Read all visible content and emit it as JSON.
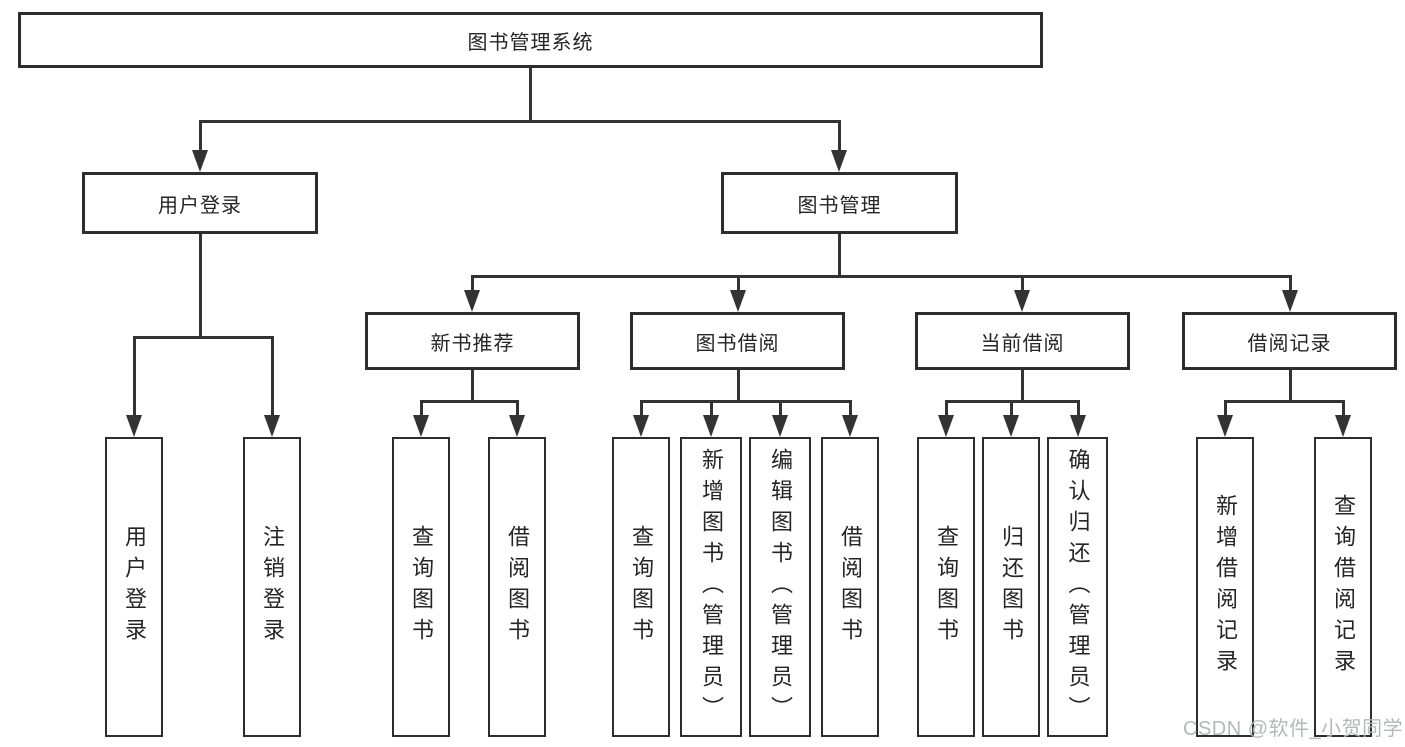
{
  "diagram": {
    "root": "图书管理系统",
    "l2": {
      "user_login": "用户登录",
      "book_mgmt": "图书管理"
    },
    "l3": {
      "new_books": "新书推荐",
      "borrow": "图书借阅",
      "current": "当前借阅",
      "records": "借阅记录"
    },
    "l4": {
      "user_login_leaf": "用户登录",
      "logout": "注销登录",
      "nb_query": "查询图书",
      "nb_borrow": "借阅图书",
      "bb_query": "查询图书",
      "bb_add": "新增图书（管理员）",
      "bb_edit": "编辑图书（管理员）",
      "bb_borrow": "借阅图书",
      "cb_query": "查询图书",
      "cb_return": "归还图书",
      "cb_confirm": "确认归还（管理员）",
      "br_add": "新增借阅记录",
      "br_query": "查询借阅记录"
    }
  },
  "watermark": "CSDN @软件_小贺同学",
  "colors": {
    "line": "#333333",
    "box_border": "#2d2d2d",
    "text": "#252525",
    "watermark": "#b5b8bb"
  }
}
